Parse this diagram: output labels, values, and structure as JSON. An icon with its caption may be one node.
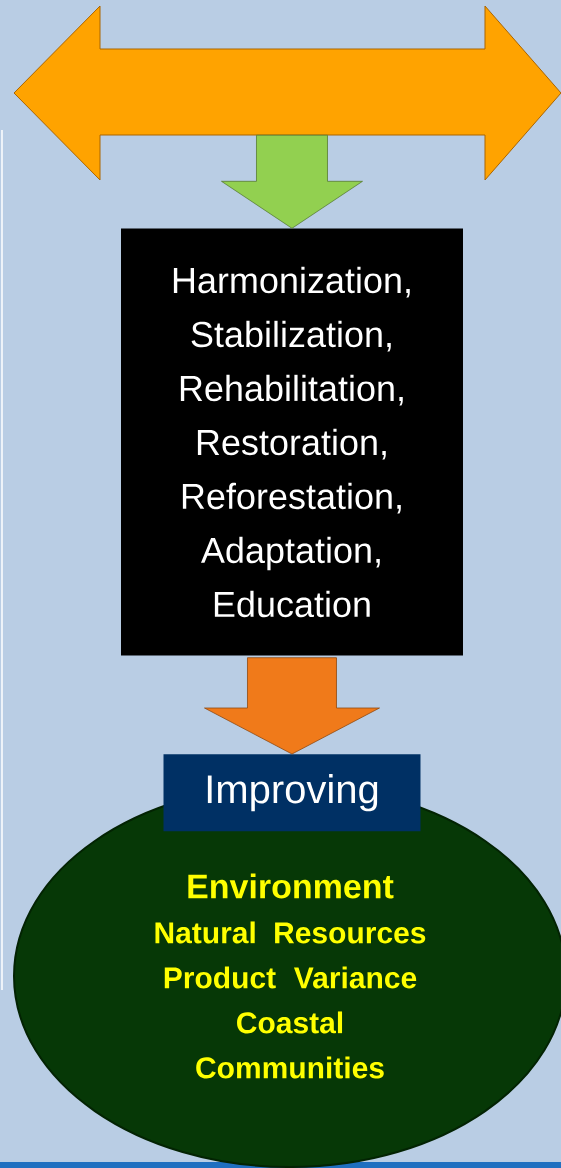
{
  "diagram": {
    "nodes": [
      {
        "text": [],
        "shape": "arrow"
      },
      {
        "text": [
          "Harmonization, Stabilization, Rehabilitation, Restoration, Reforestation, Adaptation, Education"
        ]
      },
      {
        "text": [
          "Improving"
        ]
      },
      {
        "text": [
          "Environment",
          "Natural Resources",
          "Product Variance",
          "Coastal Communities"
        ]
      }
    ],
    "edges": [
      {
        "from": 0,
        "to": 1,
        "arrow": "to",
        "color": "#92d050"
      },
      {
        "from": 1,
        "to": 2,
        "arrow": "to",
        "color": "#f07a1a"
      }
    ]
  }
}
